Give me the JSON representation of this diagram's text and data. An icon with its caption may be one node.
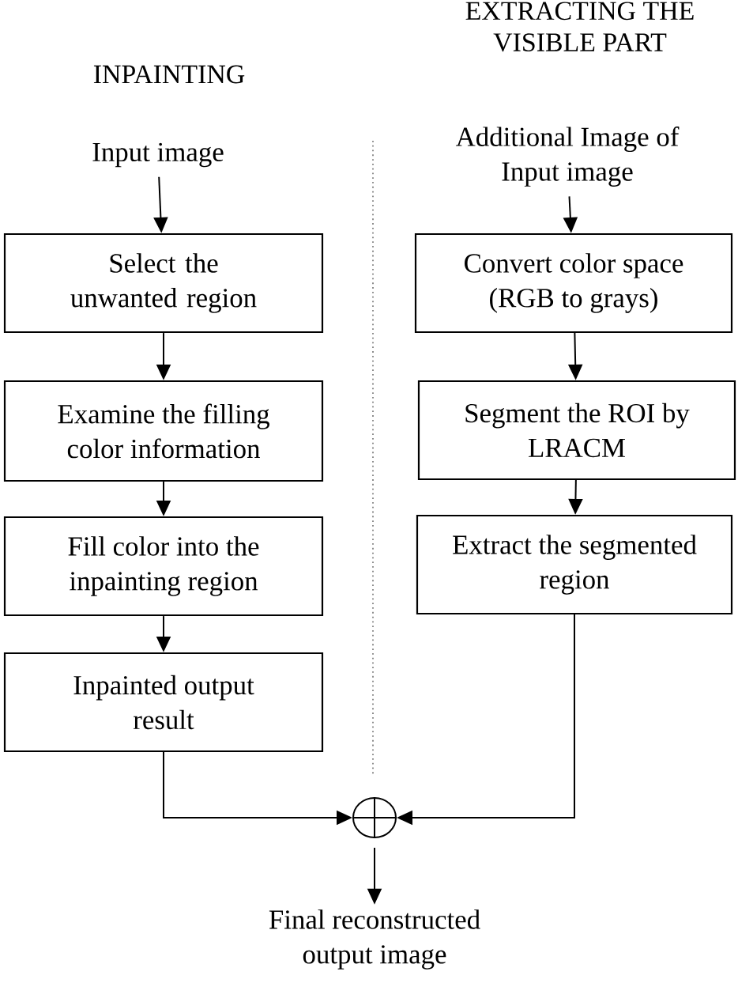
{
  "diagram": {
    "nodes": [
      {
        "text": [
          "Input image"
        ]
      },
      {
        "text": [
          "Select the unwanted region"
        ]
      },
      {
        "text": [
          "Examine the filling color information"
        ]
      },
      {
        "text": [
          "Fill color into the inpainting region"
        ]
      },
      {
        "text": [
          "Inpainted output result"
        ]
      },
      {
        "text": [
          "Additional Image of Input image"
        ]
      },
      {
        "text": [
          "Convert color space (RGB to grays)"
        ]
      },
      {
        "text": [
          "Segment the ROI by LRACM"
        ]
      },
      {
        "text": [
          "Extract the segmented region"
        ]
      },
      {
        "text": [],
        "shape": "circle"
      },
      {
        "text": [
          "Final reconstructed output image"
        ]
      }
    ],
    "edges": [
      {
        "from": 0,
        "to": 1,
        "arrow": "to"
      },
      {
        "from": 1,
        "to": 2,
        "arrow": "to"
      },
      {
        "from": 2,
        "to": 3,
        "arrow": "to"
      },
      {
        "from": 3,
        "to": 4,
        "arrow": "to"
      },
      {
        "from": 5,
        "to": 6,
        "arrow": "to"
      },
      {
        "from": 6,
        "to": 7,
        "arrow": "to"
      },
      {
        "from": 7,
        "to": 8,
        "arrow": "to"
      },
      {
        "from": 4,
        "to": 9,
        "arrow": "to"
      },
      {
        "from": 8,
        "to": 9,
        "arrow": "to"
      },
      {
        "from": 9,
        "to": 10,
        "arrow": "to"
      }
    ],
    "labels": [
      "INPAINTING",
      "EXTRACTING THE VISIBLE PART"
    ]
  }
}
